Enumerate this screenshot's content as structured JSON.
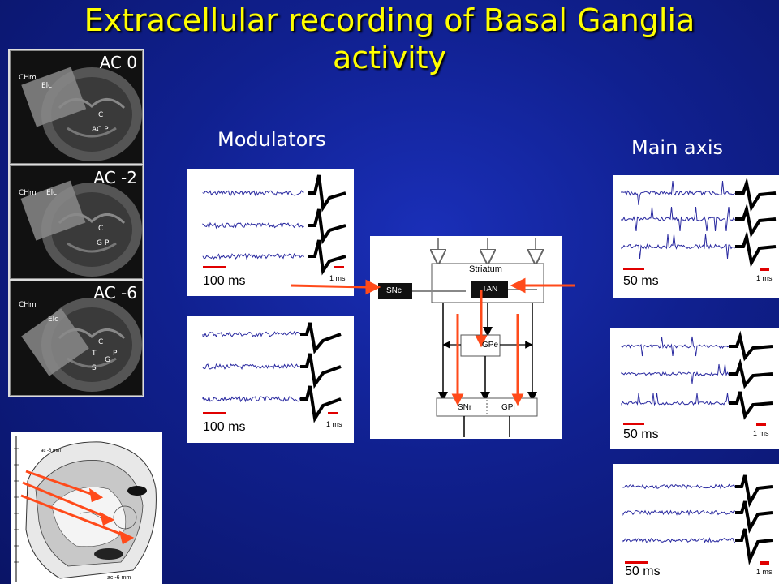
{
  "title": {
    "line1": "Extracellular recording of Basal Ganglia",
    "line2": "activity"
  },
  "labels": {
    "modulators": "Modulators",
    "main_axis": "Main axis"
  },
  "mri": [
    {
      "level": "AC 0",
      "left_labels": [
        "CHm",
        "Elc"
      ],
      "center_labels": [
        "C",
        "AC P"
      ]
    },
    {
      "level": "AC -2",
      "left_labels": [
        "CHm",
        "Elc"
      ],
      "center_labels": [
        "C",
        "G P"
      ]
    },
    {
      "level": "AC -6",
      "left_labels": [
        "CHm",
        "Elc"
      ],
      "center_labels": [
        "C",
        "T",
        "G",
        "P",
        "S"
      ]
    }
  ],
  "atlas": {
    "top_label": "ac -6 mm",
    "bottom_label": "ac -6 mm"
  },
  "recordings": {
    "modulators": [
      {
        "scale_long": "100 ms",
        "scale_short": "1 ms"
      },
      {
        "scale_long": "100 ms",
        "scale_short": "1 ms"
      }
    ],
    "main_axis": [
      {
        "scale_long": "50 ms",
        "scale_short": "1 ms"
      },
      {
        "scale_long": "50 ms",
        "scale_short": "1 ms"
      },
      {
        "scale_long": "50 ms",
        "scale_short": "1 ms"
      }
    ]
  },
  "circuit": {
    "striatum": "Striatum",
    "snc": "SNc",
    "tan": "TAN",
    "gpe": "GPe",
    "snr": "SNr",
    "gpi": "GPi"
  },
  "colors": {
    "title": "#ffff00",
    "trace": "#2a2aa0",
    "arrow": "#ff4a1a",
    "scalebar": "#e00000"
  }
}
